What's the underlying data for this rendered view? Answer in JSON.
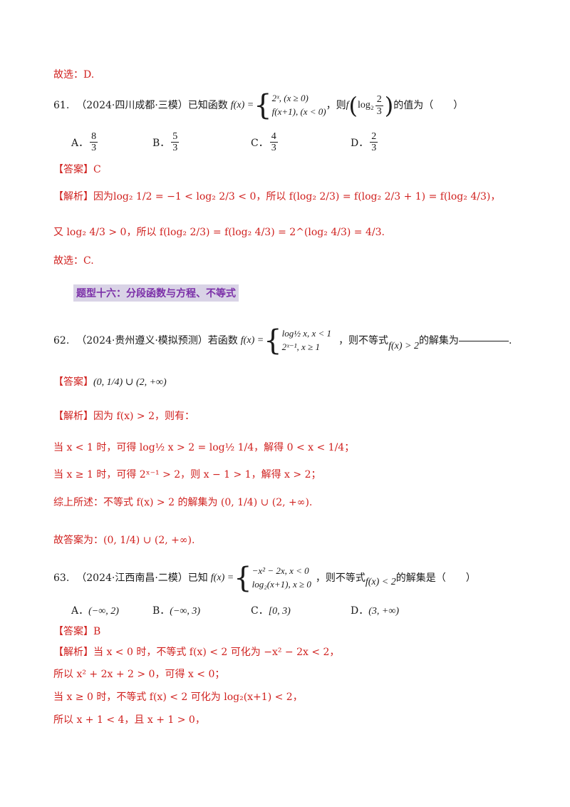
{
  "l_001": "故选：D.",
  "q61": {
    "num": "61.",
    "src": "（2024·四川成都·三模）已知函数",
    "f_def": "f(x) =",
    "case1": "2ˣ, (x ≥ 0)",
    "case2": "f(x+1), (x < 0)",
    "mid": "，则",
    "expr_pre": "f",
    "log_text": "log₂",
    "frac_n": "2",
    "frac_d": "3",
    "tail": "的值为（　　）",
    "options": [
      {
        "label": "A．",
        "n": "8",
        "d": "3"
      },
      {
        "label": "B．",
        "n": "5",
        "d": "3"
      },
      {
        "label": "C．",
        "n": "4",
        "d": "3"
      },
      {
        "label": "D．",
        "n": "2",
        "d": "3"
      }
    ],
    "answer": "【答案】C",
    "sol_tag": "【解析】",
    "sol1": "因为log₂ 1/2 = −1 < log₂ 2/3 < 0，所以 f(log₂ 2/3) = f(log₂ 2/3 + 1) = f(log₂ 4/3)，",
    "sol2": "又 log₂ 4/3 > 0，所以 f(log₂ 2/3) = f(log₂ 4/3) = 2^(log₂ 4/3) = 4/3.",
    "conclude": "故选：C."
  },
  "section": "题型十六：分段函数与方程、不等式",
  "q62": {
    "num": "62.",
    "src": "（2024·贵州遵义·模拟预测）若函数",
    "f_def": "f(x) =",
    "case1": "log½ x, x < 1",
    "case2": "2ˣ⁻¹, x ≥ 1",
    "mid": "，则不等式",
    "ineq": "f(x) > 2",
    "tail": "的解集为",
    "end": ".",
    "answer_tag": "【答案】",
    "answer": "(0, 1/4) ∪ (2, +∞)",
    "sol_tag": "【解析】",
    "sol0": "因为 f(x) > 2，则有：",
    "sol1": "当 x < 1 时，可得 log½ x > 2 = log½ 1/4，解得 0 < x < 1/4；",
    "sol2": "当 x ≥ 1 时，可得 2ˣ⁻¹ > 2，则 x − 1 > 1，解得 x > 2；",
    "sol3": "综上所述：不等式 f(x) > 2 的解集为 (0, 1/4) ∪ (2, +∞).",
    "sol4": "故答案为：(0, 1/4) ∪ (2, +∞)."
  },
  "q63": {
    "num": "63.",
    "src": "（2024·江西南昌·二模）已知",
    "f_def": "f(x) =",
    "case1": "−x² − 2x, x < 0",
    "case2": "log₂(x+1), x ≥ 0",
    "mid": "，则不等式",
    "ineq": "f(x) < 2",
    "tail": "的解集是（　　）",
    "options": [
      {
        "label": "A．",
        "val": "(−∞, 2)"
      },
      {
        "label": "B．",
        "val": "(−∞, 3)"
      },
      {
        "label": "C．",
        "val": "[0, 3)"
      },
      {
        "label": "D．",
        "val": "(3, +∞)"
      }
    ],
    "answer": "【答案】B",
    "sol_tag": "【解析】",
    "sol1": "当 x < 0 时，不等式 f(x) < 2 可化为 −x² − 2x < 2，",
    "sol2": "所以 x² + 2x + 2 > 0，可得 x < 0；",
    "sol3": "当 x ≥ 0 时，不等式 f(x) < 2 可化为 log₂(x+1) < 2，",
    "sol4": "所以 x + 1 < 4，且 x + 1 > 0，"
  }
}
